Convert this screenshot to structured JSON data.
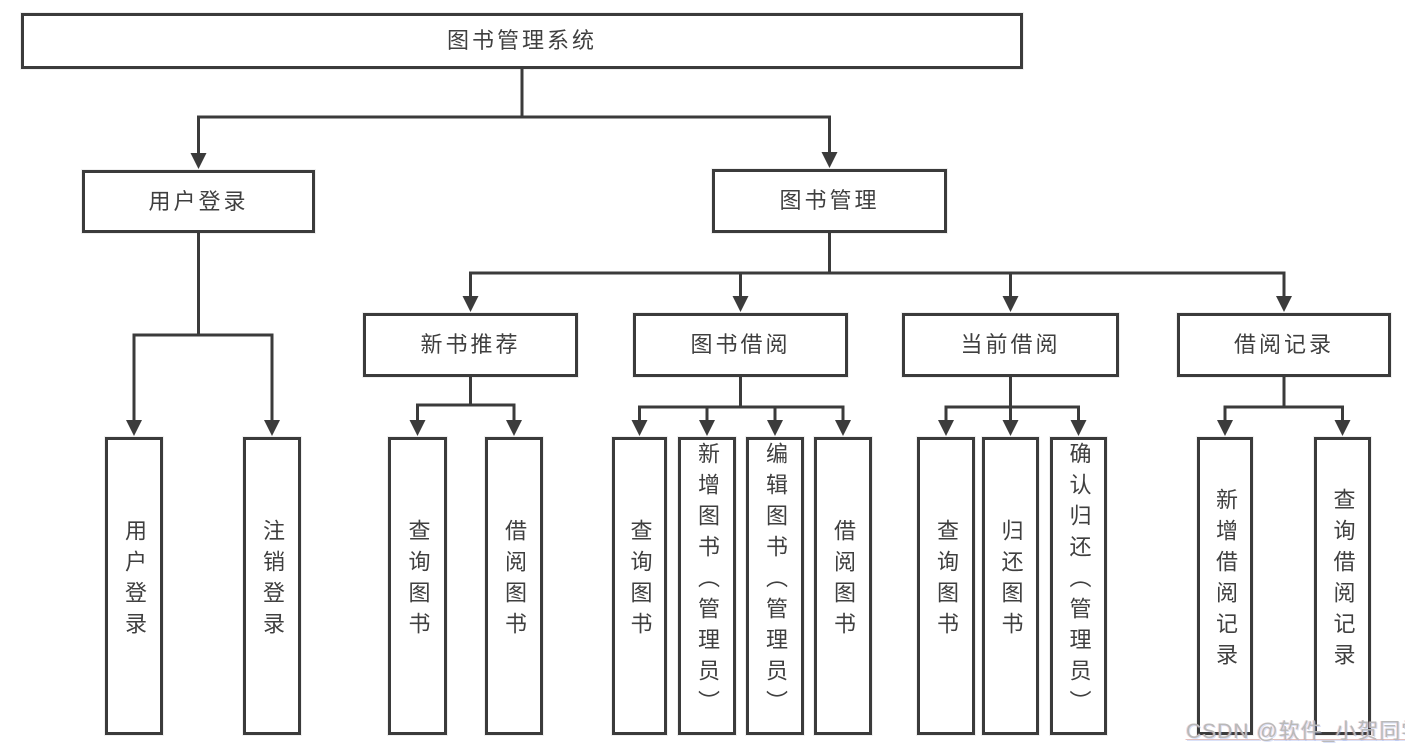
{
  "diagram": {
    "root_label": "图书管理系统",
    "user_login": {
      "label": "用户登录",
      "children": [
        "用户登录",
        "注销登录"
      ]
    },
    "book_mgmt": {
      "label": "图书管理"
    },
    "new_book": {
      "label": "新书推荐",
      "children": [
        "查询图书",
        "借阅图书"
      ]
    },
    "book_borrow": {
      "label": "图书借阅",
      "children": [
        "查询图书",
        "新增图书（管理员）",
        "编辑图书（管理员）",
        "借阅图书"
      ]
    },
    "current_borrow": {
      "label": "当前借阅",
      "children": [
        "查询图书",
        "归还图书",
        "确认归还（管理员）"
      ]
    },
    "borrow_record": {
      "label": "借阅记录",
      "children": [
        "新增借阅记录",
        "查询借阅记录"
      ]
    }
  },
  "watermark": "CSDN @软件_小贺同学",
  "colors": {
    "line": "#3b3b3b",
    "text": "#3f3f3f",
    "box_background": "#ffffff",
    "page_background": "#ffffff",
    "watermark": "#b9b9b9"
  }
}
